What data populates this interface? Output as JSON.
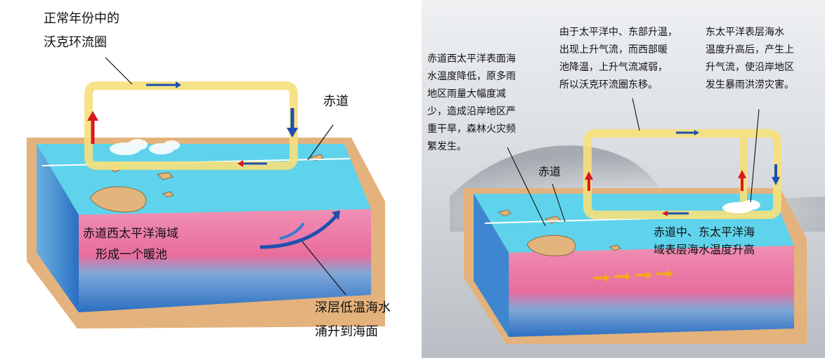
{
  "left_panel": {
    "callout_walker": "正常年份中的",
    "callout_walker_2": "沃克环流圈",
    "label_equator": "赤道",
    "label_warm_pool_1": "赤道西太平洋海域",
    "label_warm_pool_2": "形成一个暖池",
    "label_upwelling_1": "深层低温海水",
    "label_upwelling_2": "涌升到海面"
  },
  "right_panel": {
    "note_west_lines": [
      "赤道西太平洋表面海",
      "水温度降低，原多雨",
      "地区雨量大幅度减",
      "少，造成沿岸地区严",
      "重干旱，森林火灾频",
      "繁发生。"
    ],
    "note_shift_lines": [
      "由于太平洋中、东部升温，",
      "出现上升气流，而西部暖",
      "池降温，上升气流减弱，",
      "所以沃克环流圈东移。"
    ],
    "note_east_lines": [
      "东太平洋表层海水",
      "温度升高后，产生上",
      "升气流，使沿岸地区",
      "发生暴雨洪涝灾害。"
    ],
    "label_equator": "赤道",
    "label_warming_1": "赤道中、东太平洋海",
    "label_warming_2": "域表层海水温度升高"
  },
  "colors": {
    "ocean_surface": "#5fd3ec",
    "warm_layer": "#e86d9d",
    "cold_layer": "#2f83d0",
    "sand": "#e4b27c",
    "loop": "#f6e07a",
    "arrow_up": "#d71920",
    "arrow_down": "#1f4fb0"
  }
}
